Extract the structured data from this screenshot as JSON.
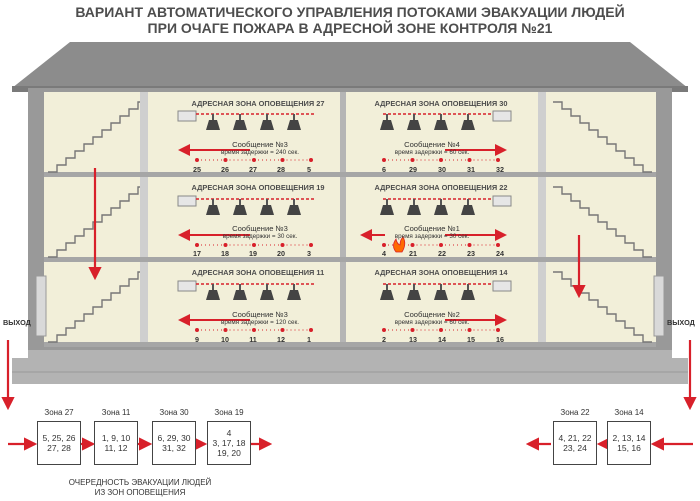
{
  "title": {
    "line1": "ВАРИАНТ АВТОМАТИЧЕСКОГО УПРАВЛЕНИЯ ПОТОКАМИ ЭВАКУАЦИИ ЛЮДЕЙ",
    "line2": "ПРИ ОЧАГЕ ПОЖАРА В АДРЕСНОЙ ЗОНЕ КОНТРОЛЯ №21"
  },
  "exits": {
    "left": "ВЫХОД",
    "right": "ВЫХОД"
  },
  "floors": [
    {
      "left": {
        "zone": "АДРЕСНАЯ ЗОНА ОПОВЕЩЕНИЯ 27",
        "message": "Сообщение №3",
        "delay": "время задержки = 240 сек.",
        "detectors": [
          "25",
          "26",
          "27",
          "28",
          "5"
        ]
      },
      "right": {
        "zone": "АДРЕСНАЯ ЗОНА ОПОВЕЩЕНИЯ 30",
        "message": "Сообщение №4",
        "delay": "время задержки = 60 сек.",
        "detectors": [
          "6",
          "29",
          "30",
          "31",
          "32"
        ]
      }
    },
    {
      "left": {
        "zone": "АДРЕСНАЯ ЗОНА ОПОВЕЩЕНИЯ 19",
        "message": "Сообщение №3",
        "delay": "время задержки = 30 сек.",
        "detectors": [
          "17",
          "18",
          "19",
          "20",
          "3"
        ]
      },
      "right": {
        "zone": "АДРЕСНАЯ ЗОНА ОПОВЕЩЕНИЯ 22",
        "message": "Сообщение №1",
        "delay": "время задержки = 30 сек.",
        "detectors": [
          "4",
          "21",
          "22",
          "23",
          "24"
        ]
      }
    },
    {
      "left": {
        "zone": "АДРЕСНАЯ ЗОНА ОПОВЕЩЕНИЯ 11",
        "message": "Сообщение №3",
        "delay": "время задержки = 120 сек.",
        "detectors": [
          "9",
          "10",
          "11",
          "12",
          "1"
        ]
      },
      "right": {
        "zone": "АДРЕСНАЯ ЗОНА ОПОВЕЩЕНИЯ 14",
        "message": "Сообщение №2",
        "delay": "время задержки = 60 сек.",
        "detectors": [
          "2",
          "13",
          "14",
          "15",
          "16"
        ]
      }
    }
  ],
  "queue_left": [
    {
      "zone": "Зона 27",
      "items": "5, 25, 26\n27, 28"
    },
    {
      "zone": "Зона 11",
      "items": "1, 9, 10\n11, 12"
    },
    {
      "zone": "Зона 30",
      "items": "6, 29, 30\n31, 32"
    },
    {
      "zone": "Зона 19",
      "items": "4\n3, 17, 18\n19, 20"
    }
  ],
  "queue_right": [
    {
      "zone": "Зона 22",
      "items": "4, 21, 22\n23, 24"
    },
    {
      "zone": "Зона 14",
      "items": "2, 13, 14\n15, 16"
    }
  ],
  "caption": "ОЧЕРЕДНОСТЬ ЭВАКУАЦИИ ЛЮДЕЙ\nИЗ ЗОН ОПОВЕЩЕНИЯ",
  "colors": {
    "wall": "#999999",
    "roof": "#8c8c8c",
    "interior": "#f2efd9",
    "arrow": "#d8202a",
    "dashed": "#d8202a",
    "text": "#4d4d4d",
    "speaker": "#444444"
  }
}
